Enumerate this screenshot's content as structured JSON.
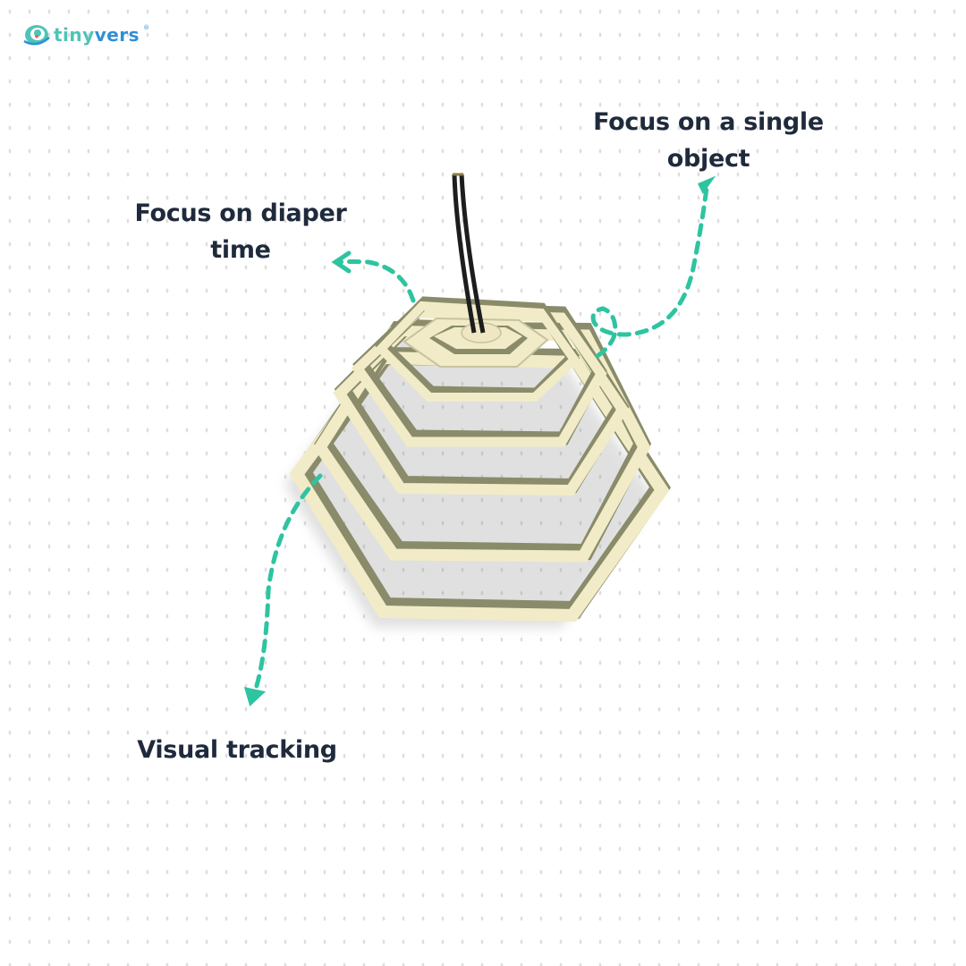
{
  "brand": {
    "name_part1": "tiny",
    "name_part2": "vers",
    "registered_mark": "®",
    "colors": {
      "teal": "#4dc4b6",
      "blue": "#2f8fd6"
    }
  },
  "callouts": [
    {
      "id": "single-object",
      "text_line1": "Focus on a single",
      "text_line2": "object"
    },
    {
      "id": "diaper-time",
      "text_line1": "Focus on diaper",
      "text_line2": "time"
    },
    {
      "id": "visual-tracking",
      "text_line1": "Visual tracking"
    }
  ],
  "product": {
    "name": "hexagon-layered-wooden-mobile",
    "colors": {
      "wood": "#f1ecc7",
      "shadow": "#8a8b6a",
      "string": "#1d1d1d"
    }
  },
  "arrow_color": "#2ec4a0",
  "text_color": "#1f2a3c"
}
